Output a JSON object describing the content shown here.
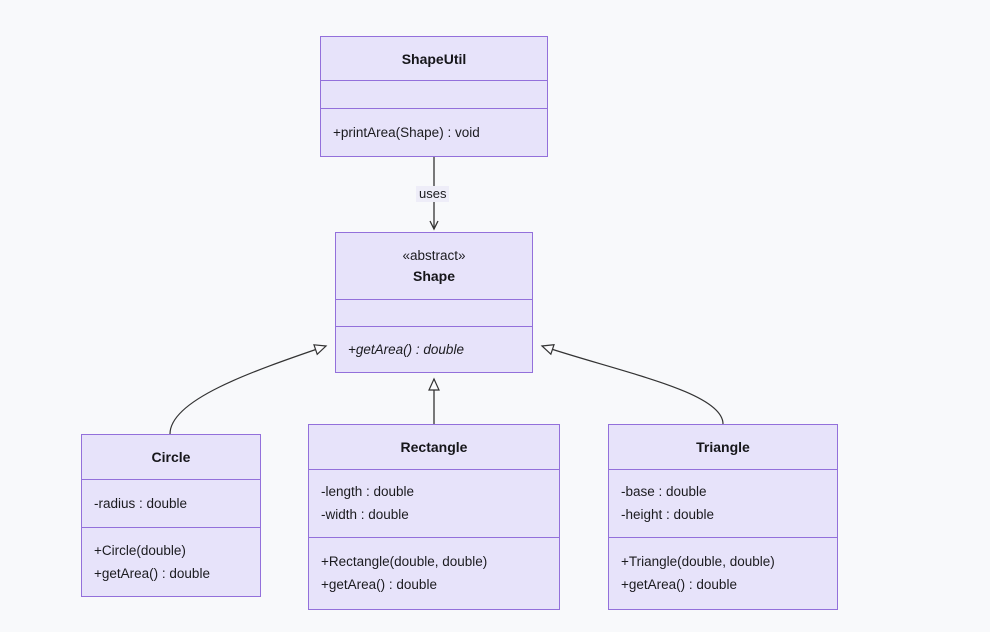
{
  "diagram": {
    "type": "uml-class-diagram",
    "background_color": "#f8f9fb",
    "box_fill_color": "#e7e3fa",
    "box_border_color": "#9370db",
    "edge_color": "#333333"
  },
  "classes": {
    "shapeutil": {
      "name": "ShapeUtil",
      "stereotype": "",
      "attributes": [],
      "methods": [
        "+printArea(Shape) : void"
      ]
    },
    "shape": {
      "name": "Shape",
      "stereotype": "«abstract»",
      "attributes": [],
      "methods": [
        "+getArea() : double"
      ]
    },
    "circle": {
      "name": "Circle",
      "stereotype": "",
      "attributes": [
        "-radius : double"
      ],
      "methods": [
        "+Circle(double)",
        "+getArea() : double"
      ]
    },
    "rectangle": {
      "name": "Rectangle",
      "stereotype": "",
      "attributes": [
        "-length : double",
        "-width : double"
      ],
      "methods": [
        "+Rectangle(double, double)",
        "+getArea() : double"
      ]
    },
    "triangle": {
      "name": "Triangle",
      "stereotype": "",
      "attributes": [
        "-base : double",
        "-height : double"
      ],
      "methods": [
        "+Triangle(double, double)",
        "+getArea() : double"
      ]
    }
  },
  "edges": {
    "uses": {
      "label": "uses",
      "from": "ShapeUtil",
      "to": "Shape",
      "kind": "dependency"
    },
    "circle_inherits": {
      "label": "",
      "from": "Circle",
      "to": "Shape",
      "kind": "generalization"
    },
    "rectangle_inherits": {
      "label": "",
      "from": "Rectangle",
      "to": "Shape",
      "kind": "generalization"
    },
    "triangle_inherits": {
      "label": "",
      "from": "Triangle",
      "to": "Shape",
      "kind": "generalization"
    }
  }
}
